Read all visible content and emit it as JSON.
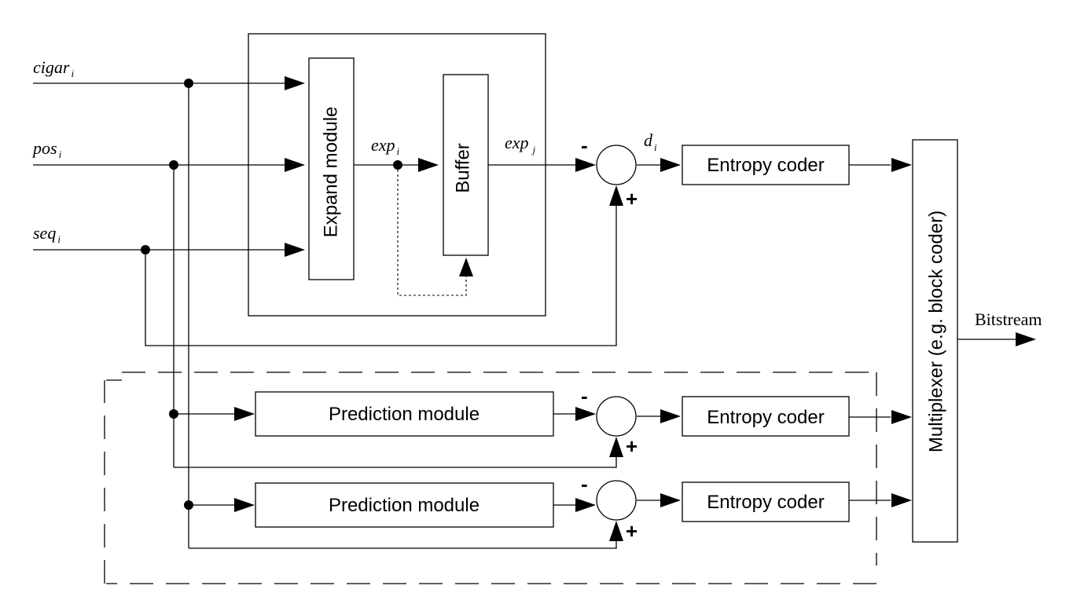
{
  "inputs": {
    "cigar": {
      "name": "cigar",
      "sub": "i"
    },
    "pos": {
      "name": "pos",
      "sub": "i"
    },
    "seq": {
      "name": "seq",
      "sub": "i"
    }
  },
  "signals": {
    "exp_i": {
      "name": "exp",
      "sub": "i"
    },
    "exp_j": {
      "name": "exp",
      "sub": "j"
    },
    "d_i": {
      "name": "d",
      "sub": "i"
    }
  },
  "blocks": {
    "expand": "Expand module",
    "buffer": "Buffer",
    "prediction_1": "Prediction module",
    "prediction_2": "Prediction module",
    "entropy_1": "Entropy coder",
    "entropy_2": "Entropy coder",
    "entropy_3": "Entropy coder",
    "multiplexer": "Multiplexer (e.g. block coder)"
  },
  "signs": {
    "minus": "-",
    "plus": "+"
  },
  "output": {
    "label": "Bitstream"
  }
}
